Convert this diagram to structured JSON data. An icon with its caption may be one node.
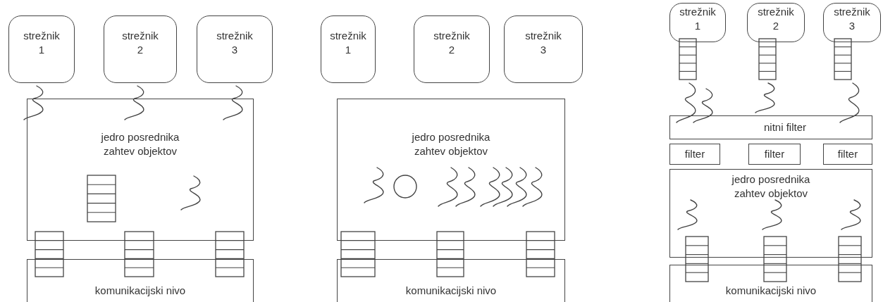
{
  "diagram": {
    "nodes": [
      {
        "text": [
          "strežnik 1"
        ]
      },
      {
        "text": [
          "strežnik 2"
        ]
      },
      {
        "text": [
          "strežnik 3"
        ]
      },
      {
        "text": [
          "jedro posrednika zahtev objektov"
        ]
      },
      {
        "text": [
          "komunikacijski nivo"
        ]
      },
      {
        "text": [
          "strežnik 1"
        ]
      },
      {
        "text": [
          "strežnik 2"
        ]
      },
      {
        "text": [
          "strežnik 3"
        ]
      },
      {
        "text": [
          "jedro posrednika zahtev objektov"
        ]
      },
      {
        "text": [
          "komunikacijski nivo"
        ]
      },
      {
        "text": [
          "strežnik 1"
        ]
      },
      {
        "text": [
          "strežnik 2"
        ]
      },
      {
        "text": [
          "strežnik 3"
        ]
      },
      {
        "text": [
          "nitni filter"
        ]
      },
      {
        "text": [
          "filter"
        ]
      },
      {
        "text": [
          "filter"
        ]
      },
      {
        "text": [
          "filter"
        ]
      },
      {
        "text": [
          "jedro posrednika zahtev objektov"
        ]
      },
      {
        "text": [
          "komunikacijski nivo"
        ]
      }
    ]
  }
}
